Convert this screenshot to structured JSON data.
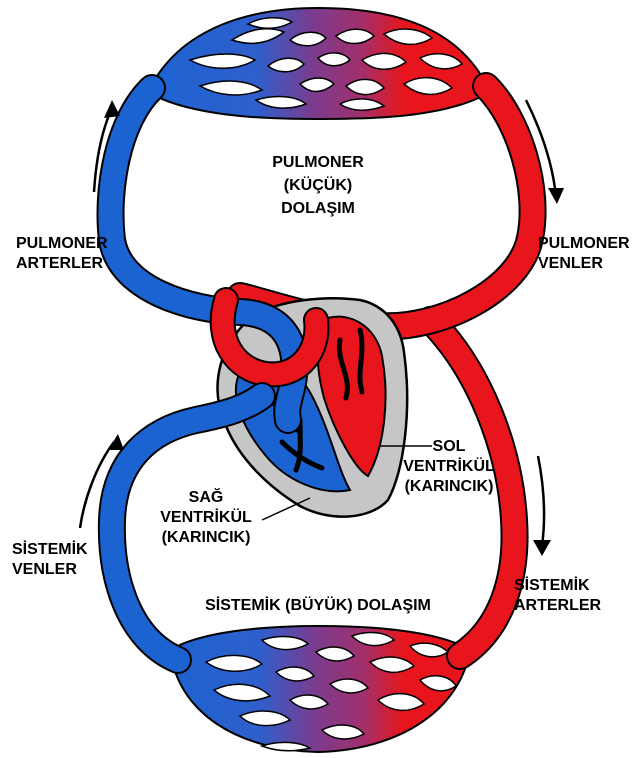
{
  "labels": {
    "pulmonary_circulation": [
      "PULMONER",
      "(KÜÇÜK)",
      "DOLAŞIM"
    ],
    "pulmonary_arteries": [
      "PULMONER",
      "ARTERLER"
    ],
    "pulmonary_veins": [
      "PULMONER",
      "VENLER"
    ],
    "left_ventricle": [
      "SOL",
      "VENTRİKÜL",
      "(KARINCIK)"
    ],
    "right_ventricle": [
      "SAĞ",
      "VENTRİKÜL",
      "(KARINCIK)"
    ],
    "systemic_veins": [
      "SİSTEMİK",
      "VENLER"
    ],
    "systemic_arteries": [
      "SİSTEMİK",
      "ARTERLER"
    ],
    "systemic_circulation": "SİSTEMİK (BÜYÜK) DOLAŞIM"
  },
  "colors": {
    "oxygenated": "#e8161c",
    "deoxygenated": "#1c63d2",
    "capillary_mix": "#7a3c8f",
    "heart_wall": "#c6c6c6"
  }
}
